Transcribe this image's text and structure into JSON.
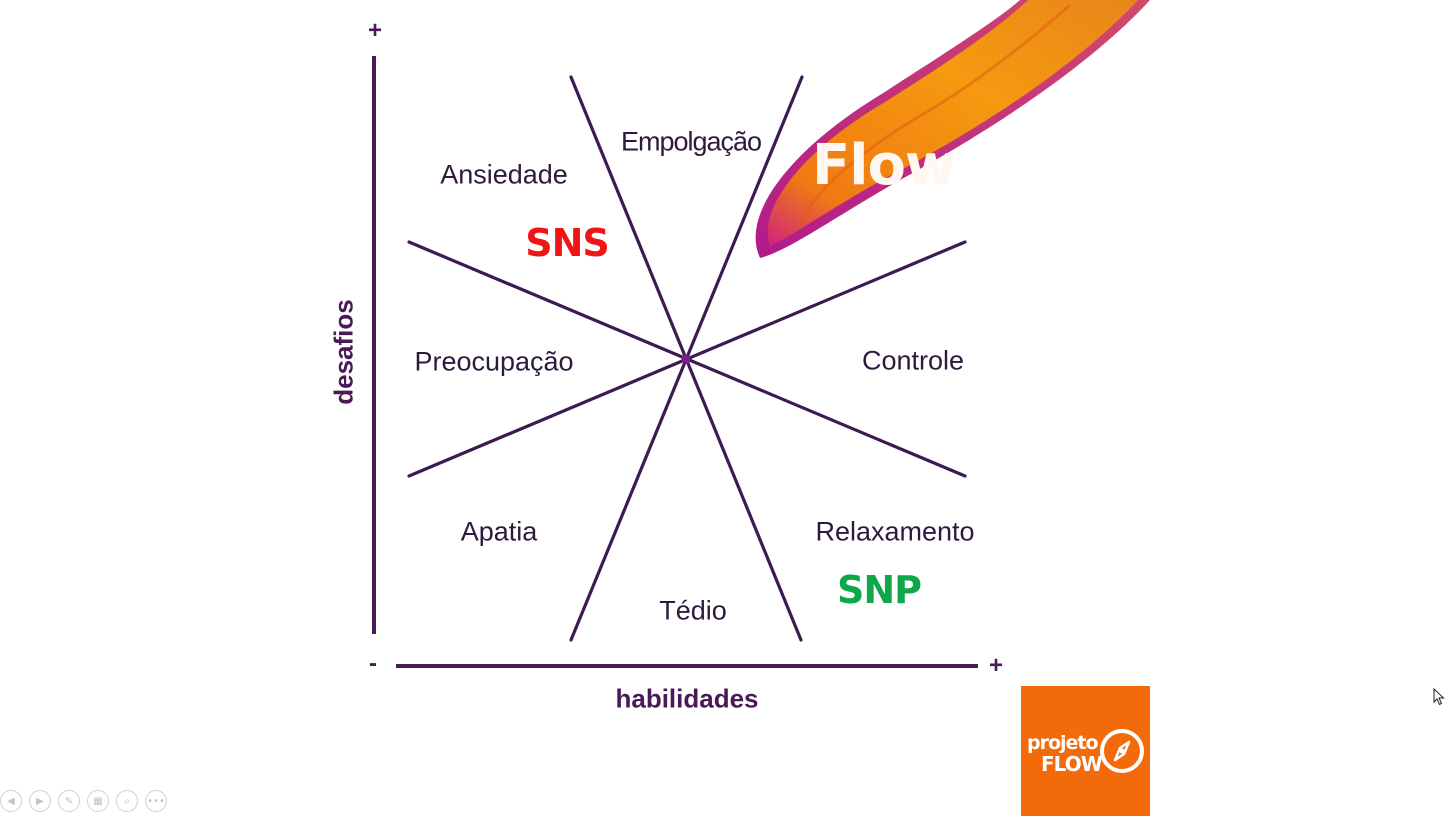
{
  "diagram": {
    "zones": {
      "empolgacao": "Empolgação",
      "ansiedade": "Ansiedade",
      "preocupacao": "Preocupação",
      "apatia": "Apatia",
      "tedio": "Tédio",
      "relaxamento": "Relaxamento",
      "controle": "Controle",
      "flow": "Flow"
    },
    "annotations": {
      "sns": "SNS",
      "snp": "SNP"
    },
    "axes": {
      "y_title": "desafios",
      "x_title": "habilidades",
      "y_plus": "+",
      "x_plus": "+",
      "origin_minus": "-"
    }
  },
  "colors": {
    "line": "#3d1a4f",
    "axis": "#4a1a56",
    "sns": "#f01414",
    "snp": "#0ea84a",
    "flow_orange": "#f08a0c",
    "flow_magenta": "#c2187a",
    "logo_bg": "#f26a0a"
  },
  "logo": {
    "line1": "projeto",
    "line2": "FLOW"
  },
  "toolbar": {
    "icons": [
      "previous-slide-icon",
      "next-slide-icon",
      "pen-icon",
      "slides-grid-icon",
      "zoom-icon",
      "more-options-icon"
    ]
  }
}
